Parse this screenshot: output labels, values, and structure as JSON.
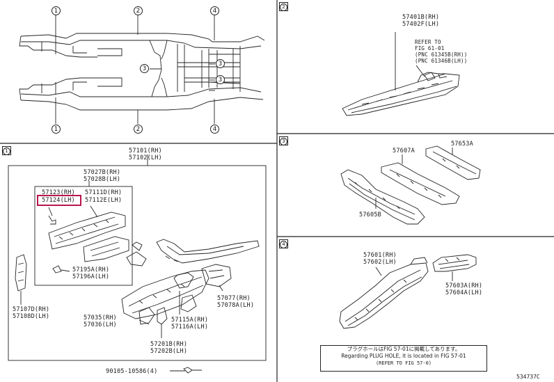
{
  "callouts": {
    "top_1a": "1",
    "top_2a": "2",
    "top_4a": "4",
    "top_3": "3",
    "top_3b": "3",
    "top_3c": "3",
    "top_1b": "1",
    "top_2b": "2",
    "top_4b": "4"
  },
  "panel2": {
    "index": "2",
    "part_a": "57401B(RH)",
    "part_b": "57402F(LH)",
    "refer_1": "REFER TO",
    "refer_2": "FIG 61-01",
    "refer_3": "(PNC 61345B(RH))",
    "refer_4": "(PNC 61346B(LH))"
  },
  "panel1": {
    "index": "1",
    "main_a": "57101(RH)",
    "main_b": "57102(LH)",
    "p57027a": "57027B(RH)",
    "p57027b": "57028B(LH)",
    "p57123": "57123(RH)",
    "p57124": "57124(LH)",
    "p57111a": "57111D(RH)",
    "p57111b": "57112E(LH)",
    "p57195a": "57195A(RH)",
    "p57195b": "57196A(LH)",
    "p57107a": "57107D(RH)",
    "p57107b": "57108D(LH)",
    "p57035a": "57035(RH)",
    "p57035b": "57036(LH)",
    "p57115a": "57115A(RH)",
    "p57115b": "57116A(LH)",
    "p57077a": "57077(RH)",
    "p57077b": "57078A(LH)",
    "p57201a": "57201B(RH)",
    "p57201b": "57202B(LH)",
    "bolt": "90105-10586(4)"
  },
  "panel3": {
    "index": "3",
    "p57607": "57607A",
    "p57653": "57653A",
    "p57605": "57605B"
  },
  "panel4": {
    "index": "4",
    "p57601a": "57601(RH)",
    "p57601b": "57602(LH)",
    "p57603a": "57603A(RH)",
    "p57603b": "57604A(LH)"
  },
  "note": {
    "line1": "プラグホールはFIG 57-01に掲載してあります。",
    "line2": "Regarding PLUG HOLE, it is located in FIG 57-01",
    "line3": "(REFER TO FIG 57-0)"
  },
  "figure_code": "534737C"
}
